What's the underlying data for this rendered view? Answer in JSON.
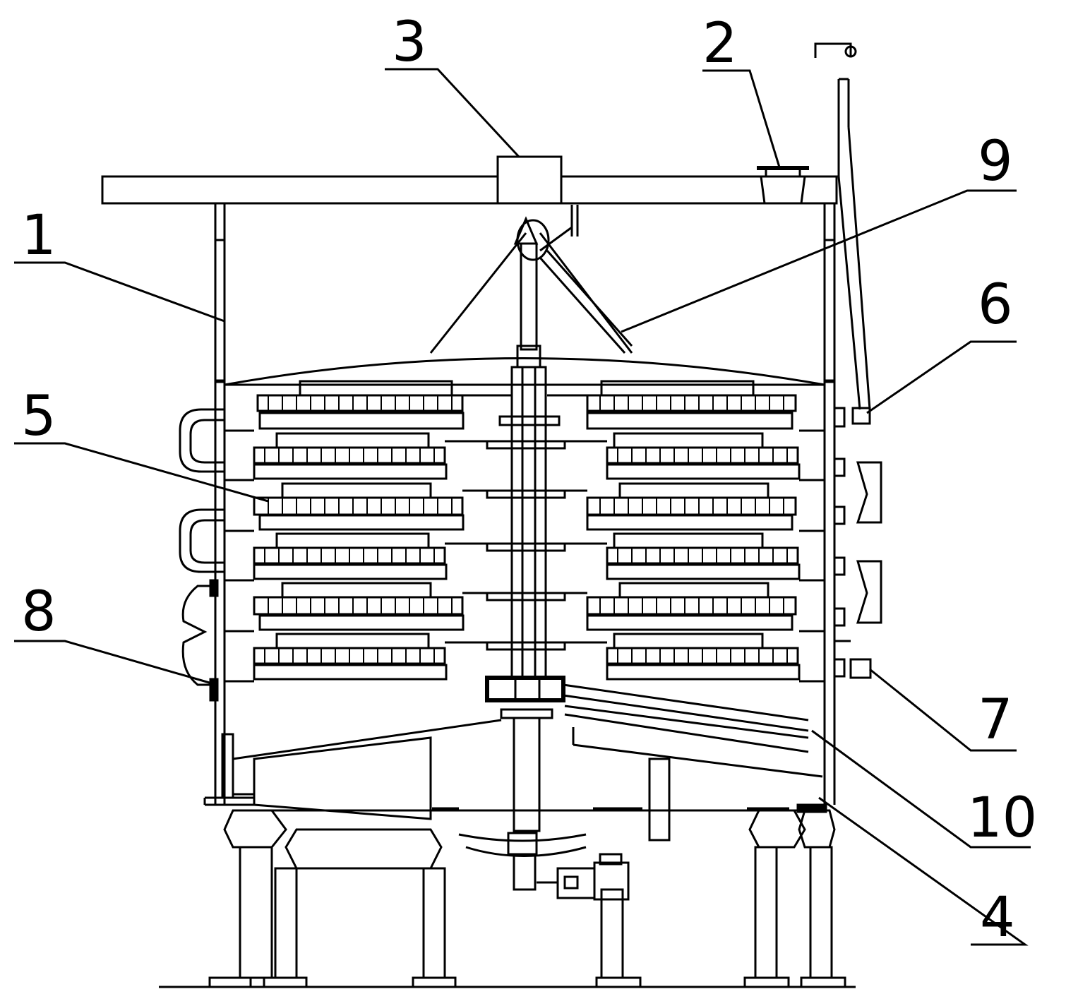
{
  "figure": {
    "kind": "mechanical-drawing",
    "description_hidden": false,
    "callouts": [
      {
        "id": "c1",
        "label": "1"
      },
      {
        "id": "c2",
        "label": "2"
      },
      {
        "id": "c3",
        "label": "3"
      },
      {
        "id": "c4",
        "label": "4"
      },
      {
        "id": "c5",
        "label": "5"
      },
      {
        "id": "c6",
        "label": "6"
      },
      {
        "id": "c7",
        "label": "7"
      },
      {
        "id": "c8",
        "label": "8"
      },
      {
        "id": "c9",
        "label": "9"
      },
      {
        "id": "c10",
        "label": "10"
      }
    ],
    "colors": {
      "line": "#000000",
      "background": "#ffffff"
    }
  }
}
